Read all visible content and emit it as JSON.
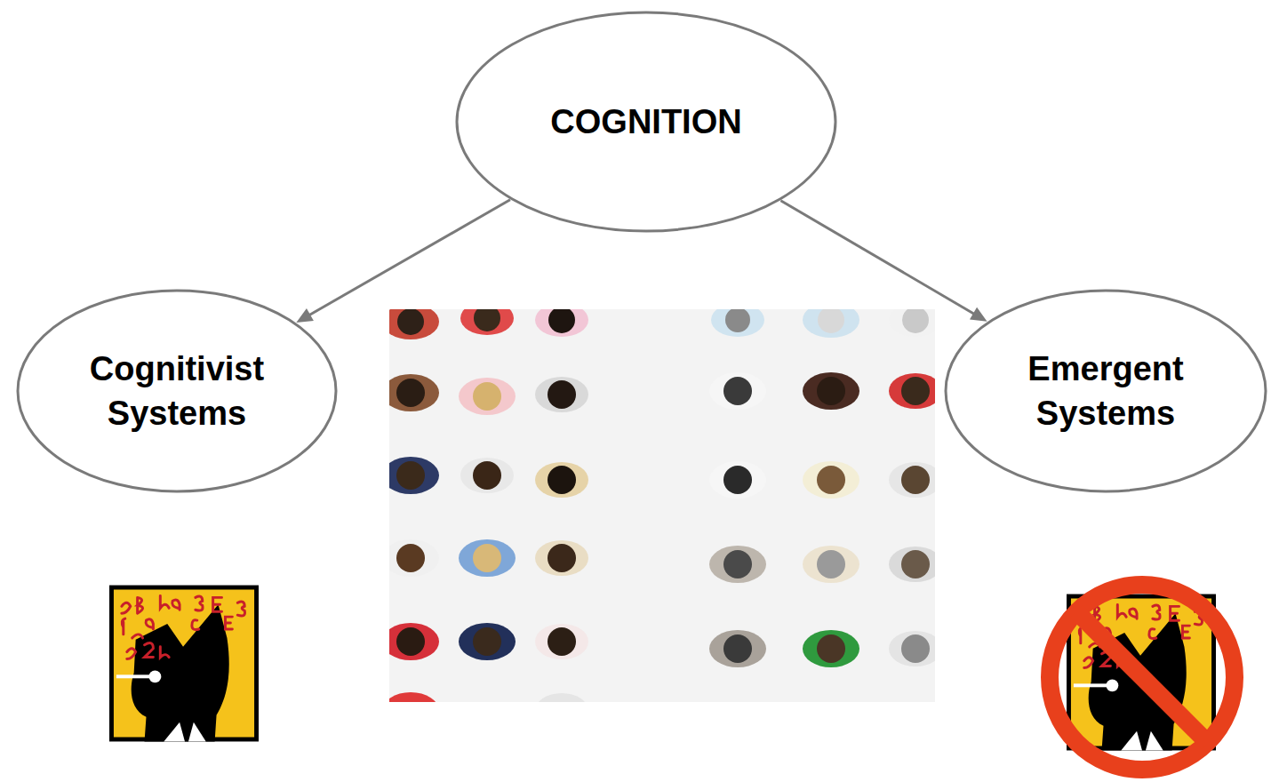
{
  "diagram": {
    "nodes": [
      {
        "text": [
          "COGNITION"
        ]
      },
      {
        "text": [
          "Cognitivist Systems"
        ]
      },
      {
        "text": [
          "Emergent Systems"
        ]
      }
    ],
    "edges": [
      {
        "from": 0,
        "to": 1,
        "arrow": "to"
      },
      {
        "from": 0,
        "to": 2,
        "arrow": "to"
      }
    ]
  }
}
